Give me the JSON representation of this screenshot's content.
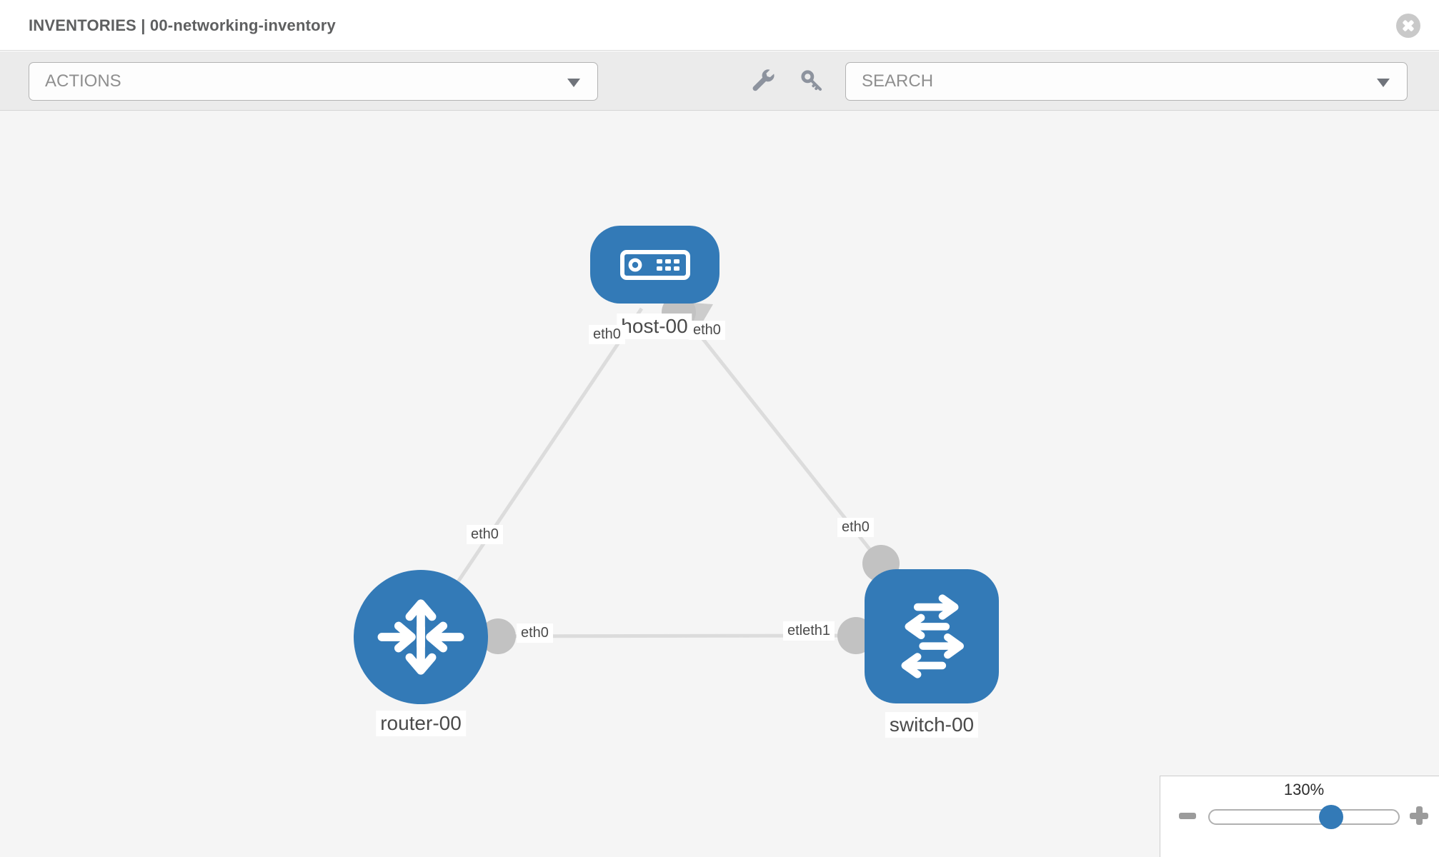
{
  "header": {
    "title": "INVENTORIES | 00-networking-inventory"
  },
  "toolbar": {
    "actions": {
      "placeholder": "ACTIONS"
    },
    "search": {
      "placeholder": "SEARCH"
    },
    "icons": [
      "wrench-icon",
      "key-icon"
    ]
  },
  "topology": {
    "nodes": [
      {
        "name": "host-00",
        "type": "host"
      },
      {
        "name": "router-00",
        "type": "router"
      },
      {
        "name": "switch-00",
        "type": "switch"
      }
    ],
    "links": [
      {
        "from": "host-00",
        "to": "router-00",
        "from_if": "eth0",
        "to_if": "eth0"
      },
      {
        "from": "host-00",
        "to": "switch-00",
        "from_if": "eth0",
        "to_if": "eth0"
      },
      {
        "from": "router-00",
        "to": "switch-00",
        "from_if": "eth0",
        "to_if": "eth1"
      }
    ],
    "labels": {
      "host": "host-00",
      "router": "router-00",
      "switch": "switch-00",
      "host_to_router_if": "eth0",
      "host_to_switch_if": "eth0",
      "router_to_host_if": "eth0",
      "switch_to_host_if": "eth0",
      "router_to_switch_if": "eth0",
      "switch_to_router_if": "etleth1"
    }
  },
  "zoom": {
    "level": "130%",
    "minus_label": "minus",
    "plus_label": "plus"
  },
  "colors": {
    "node_blue": "#337ab7",
    "link_gray": "#dcdcdc",
    "connector_gray": "#c2c2c2",
    "toolbar_bg": "#ebebeb",
    "canvas_bg": "#f5f5f5"
  }
}
